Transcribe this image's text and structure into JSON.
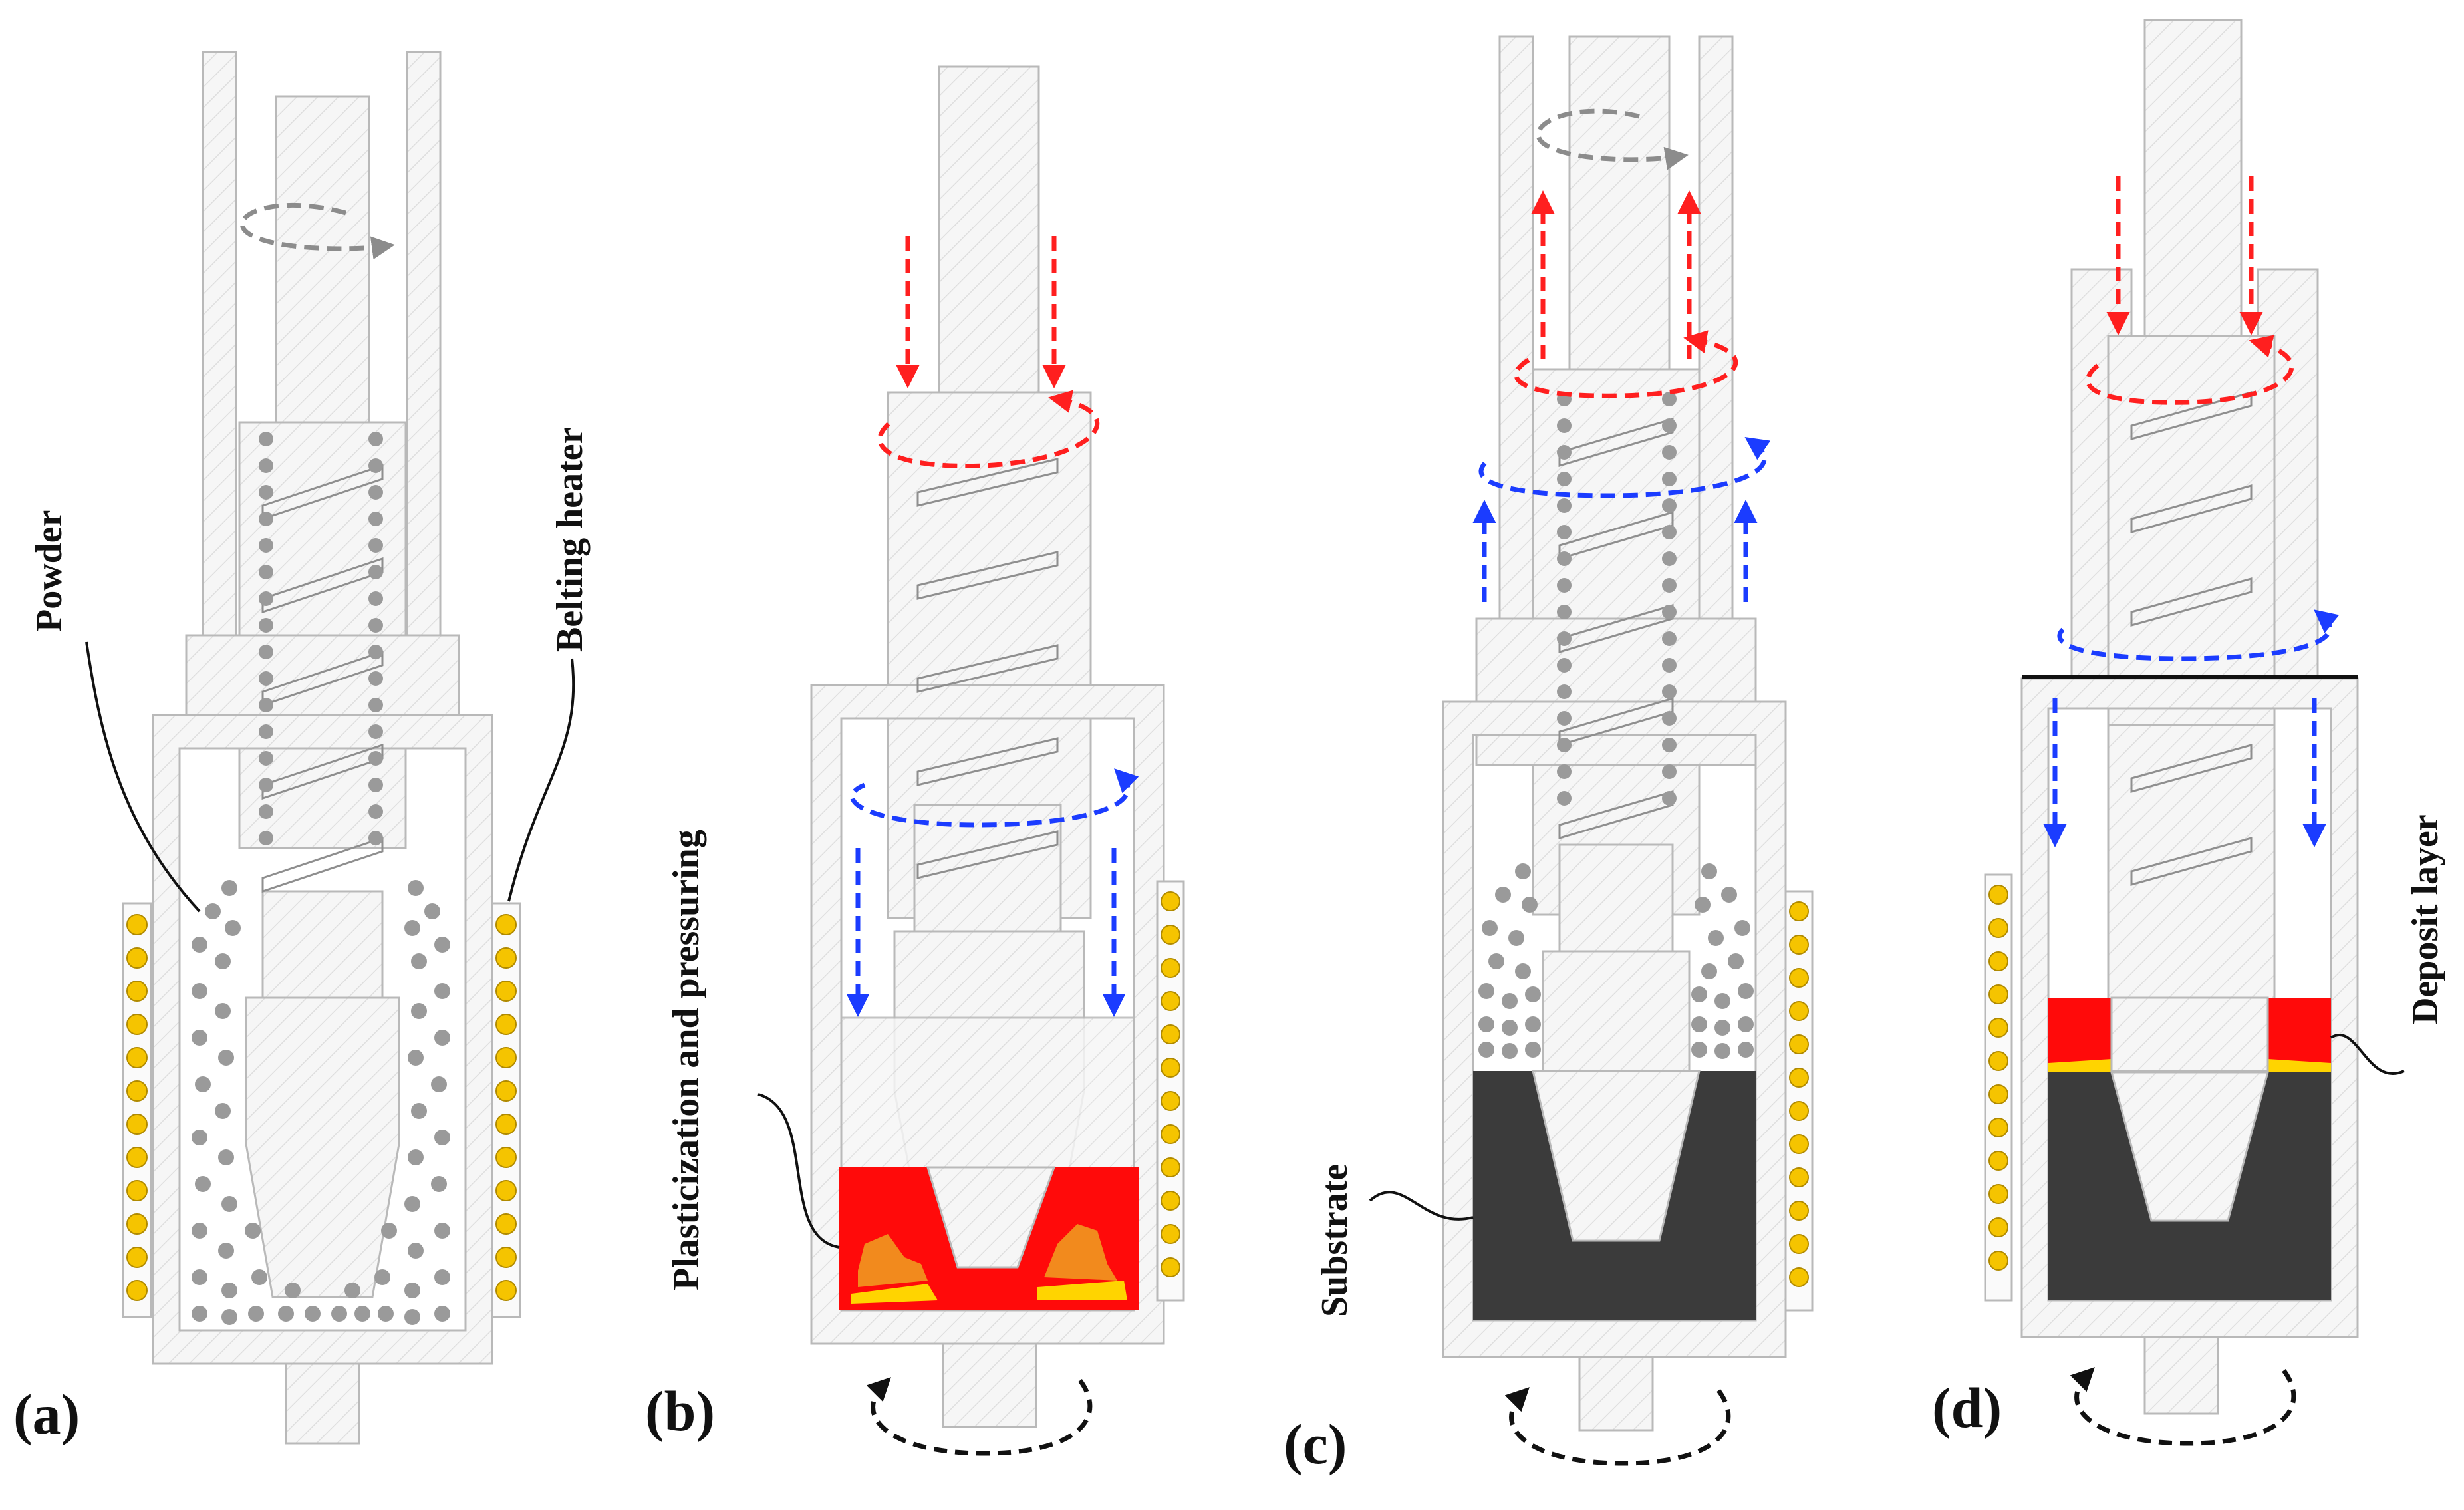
{
  "panels": [
    {
      "id": "a",
      "letter": "(a)"
    },
    {
      "id": "b",
      "letter": "(b)"
    },
    {
      "id": "c",
      "letter": "(c)"
    },
    {
      "id": "d",
      "letter": "(d)"
    }
  ],
  "labels": {
    "powder": "Powder",
    "belting_heater": "Belting heater",
    "plasticization": "Plasticization and pressuring",
    "substrate": "Substrate",
    "deposit_layer": "Deposit layer"
  },
  "colors": {
    "outline": "#b9b9b9",
    "fill": "#f4f4f4",
    "powder": "#9a9a9a",
    "heater_coil": "#f5c400",
    "heater_edge": "#b08a00",
    "plastic_red": "#ff0a0a",
    "plastic_orange": "#f28a1d",
    "plastic_yellow": "#ffd400",
    "substrate": "#3b3b3b",
    "arrow_red": "#ff1f1f",
    "arrow_blue": "#1b3cff",
    "arrow_gray": "#8c8c8c",
    "arrow_black": "#111111"
  }
}
